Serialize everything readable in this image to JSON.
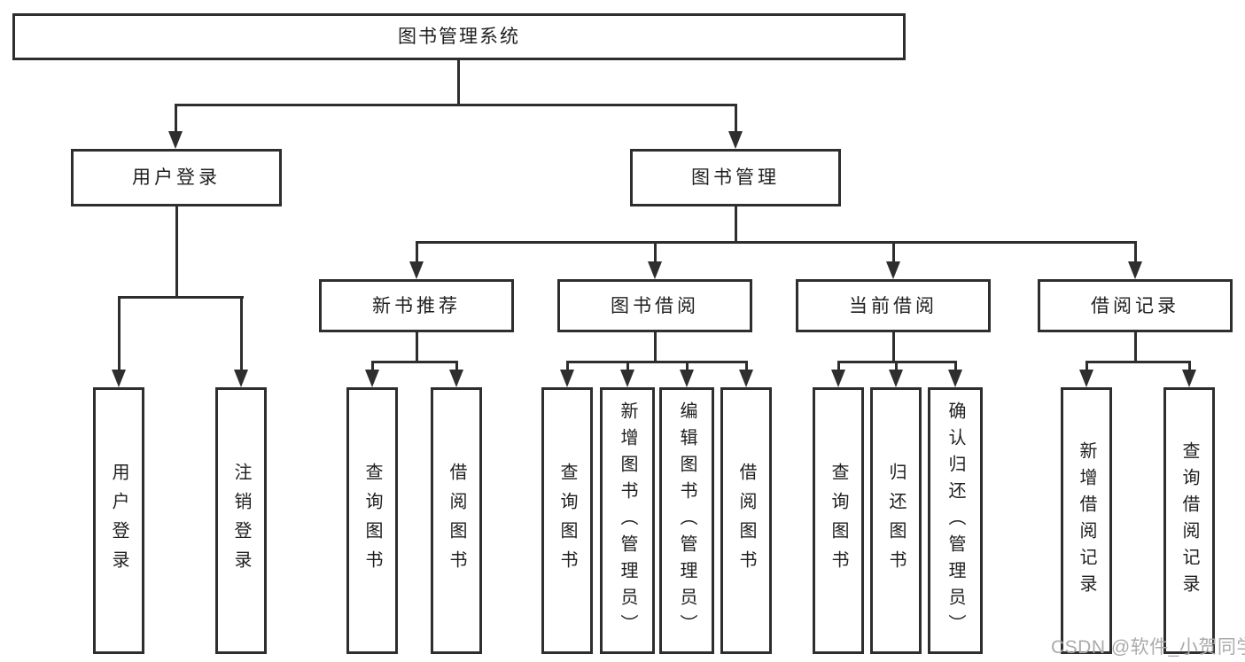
{
  "diagram": {
    "title": "图书管理系统",
    "branches": [
      {
        "label": "用户登录",
        "children": [
          {
            "label": "用户登录"
          },
          {
            "label": "注销登录"
          }
        ]
      },
      {
        "label": "图书管理",
        "groups": [
          {
            "label": "新书推荐",
            "children": [
              {
                "label": "查询图书"
              },
              {
                "label": "借阅图书"
              }
            ]
          },
          {
            "label": "图书借阅",
            "children": [
              {
                "label": "查询图书"
              },
              {
                "label": "新增图书（管理员）"
              },
              {
                "label": "编辑图书（管理员）"
              },
              {
                "label": "借阅图书"
              }
            ]
          },
          {
            "label": "当前借阅",
            "children": [
              {
                "label": "查询图书"
              },
              {
                "label": "归还图书"
              },
              {
                "label": "确认归还（管理员）"
              }
            ]
          },
          {
            "label": "借阅记录",
            "children": [
              {
                "label": "新增借阅记录"
              },
              {
                "label": "查询借阅记录"
              }
            ]
          }
        ]
      }
    ]
  },
  "watermark": {
    "text": "CSDN @软件_小贺同学"
  },
  "colors": {
    "line": "#2e2e2e",
    "text": "#1f1f1f",
    "background": "#ffffff",
    "watermark": "#ababab"
  }
}
